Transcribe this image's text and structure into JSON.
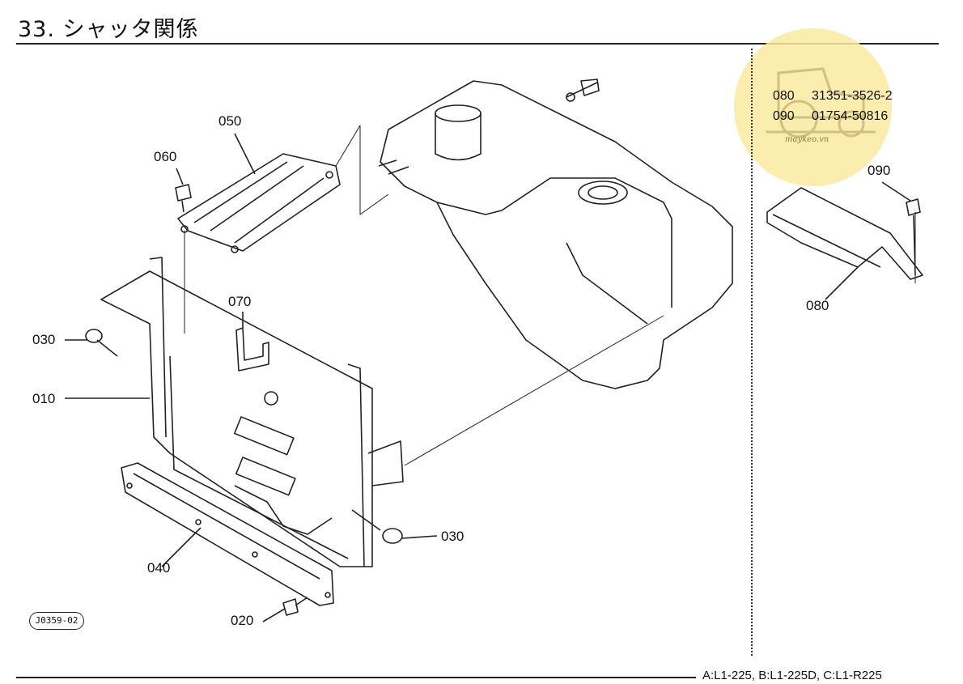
{
  "header": {
    "title": "33. シャッタ関係"
  },
  "callouts": {
    "c050": "050",
    "c060": "060",
    "c070": "070",
    "c030a": "030",
    "c010": "010",
    "c030b": "030",
    "c040": "040",
    "c020": "020",
    "c090": "090",
    "c080": "080"
  },
  "part_numbers": [
    {
      "ref": "080",
      "number": "31351-3526-2"
    },
    {
      "ref": "090",
      "number": "01754-50816"
    }
  ],
  "watermark": {
    "text": "maykeo.vn"
  },
  "reference_code": "J0359-02",
  "footer": {
    "text": "A:L1-225,  B:L1-225D,  C:L1-R225"
  }
}
